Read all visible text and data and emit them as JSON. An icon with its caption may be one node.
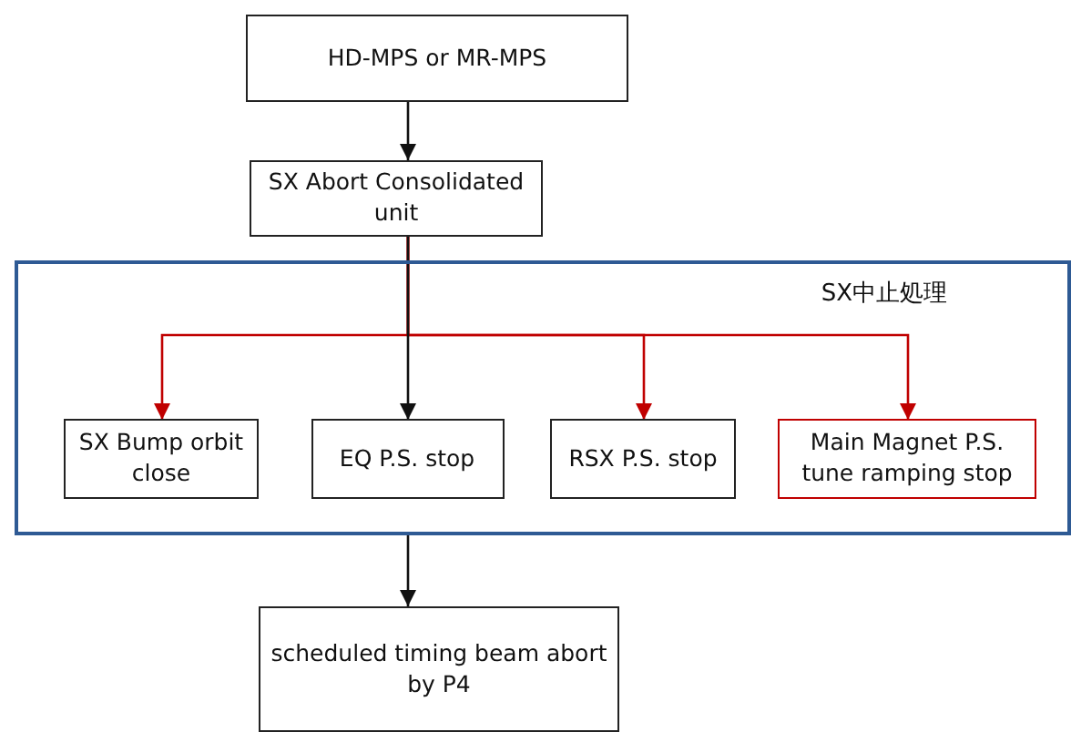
{
  "diagram": {
    "nodes": [
      {
        "text": [
          "HD-MPS or MR-MPS"
        ]
      },
      {
        "text": [
          "SX Abort Consolidated unit"
        ]
      },
      {
        "text": [
          "SX中止処理"
        ]
      },
      {
        "text": [
          "SX Bump orbit close"
        ],
        "in": 2
      },
      {
        "text": [
          "EQ P.S. stop"
        ],
        "in": 2
      },
      {
        "text": [
          "RSX P.S. stop"
        ],
        "in": 2
      },
      {
        "text": [
          "Main Magnet P.S. tune ramping stop"
        ],
        "in": 2
      },
      {
        "text": [
          "scheduled timing beam abort by P4"
        ]
      }
    ],
    "edges": [
      {
        "from": 0,
        "to": 1,
        "arrow": "to"
      },
      {
        "from": 1,
        "to": 3,
        "arrow": "to",
        "color": "#c00000"
      },
      {
        "from": 1,
        "to": 5,
        "arrow": "to",
        "color": "#c00000"
      },
      {
        "from": 1,
        "to": 6,
        "arrow": "to",
        "color": "#c00000"
      },
      {
        "from": 1,
        "to": 4,
        "arrow": "to"
      },
      {
        "from": 2,
        "to": 7,
        "arrow": "to"
      }
    ]
  }
}
